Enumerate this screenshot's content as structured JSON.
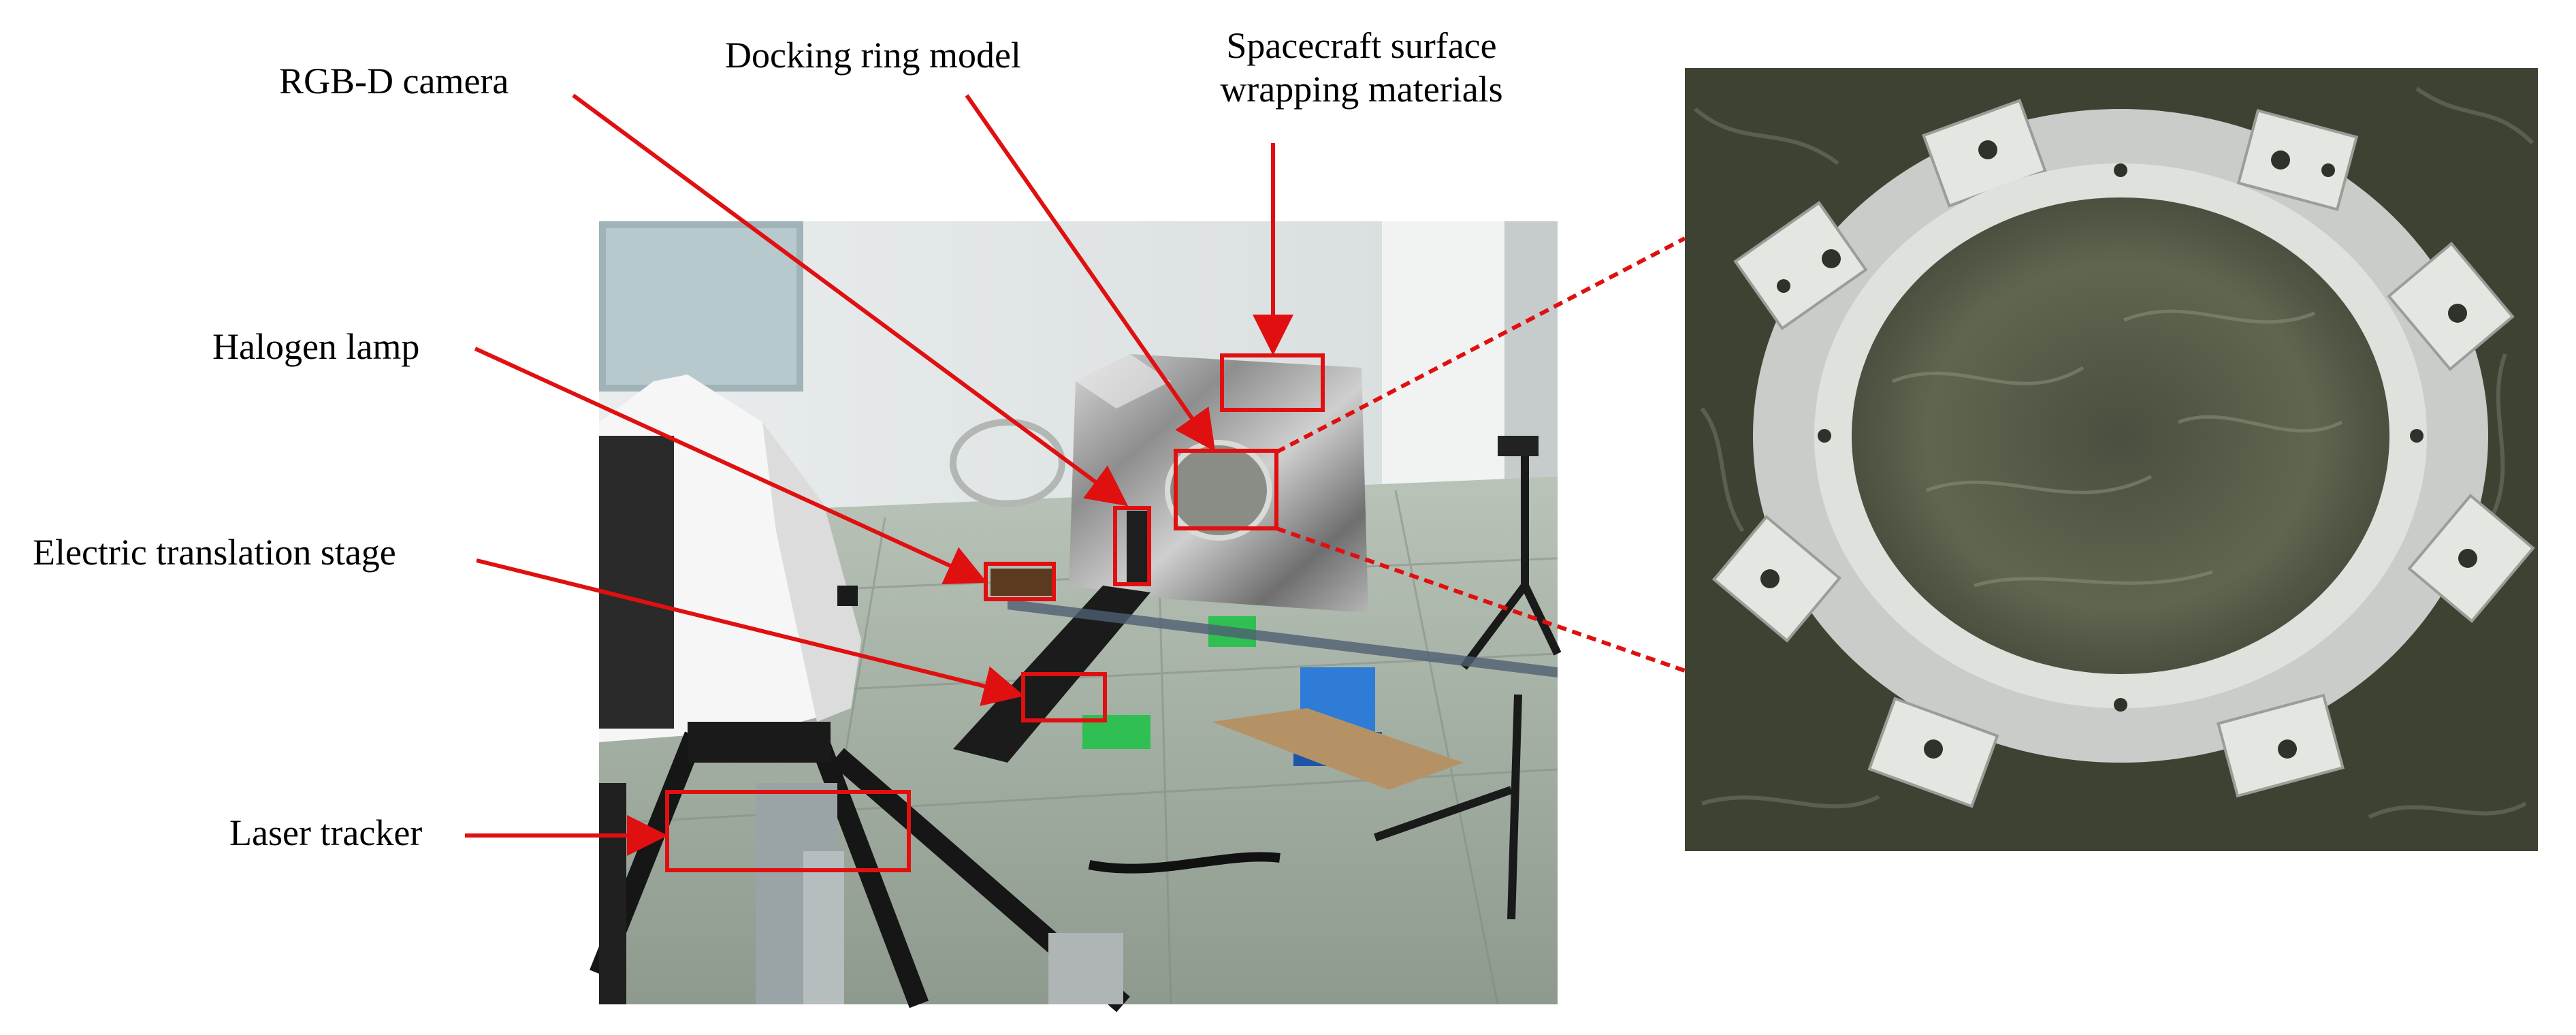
{
  "labels": {
    "rgbd_camera": "RGB-D camera",
    "docking_ring": "Docking ring model",
    "spacecraft_line1": "Spacecraft surface",
    "spacecraft_line2": "wrapping materials",
    "halogen_lamp": "Halogen lamp",
    "translation_stage": "Electric translation stage",
    "laser_tracker": "Laser tracker"
  },
  "colors": {
    "annotation": "#e01010",
    "text": "#000000"
  }
}
